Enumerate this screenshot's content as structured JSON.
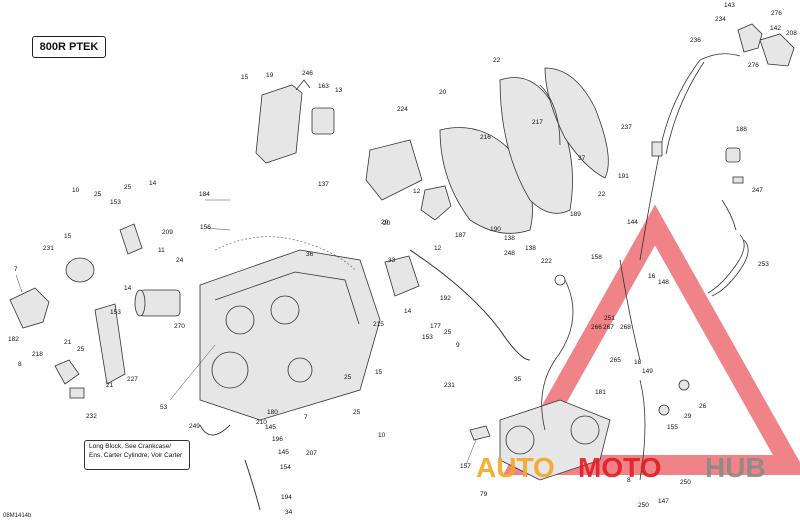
{
  "diagram": {
    "title": "800R PTEK",
    "note_line1": "Long Block, See Crankcase/",
    "note_line2": "Ens. Carter Cylindre, Voir Carter",
    "code": "08M1414b"
  },
  "watermark": {
    "part1": "AUTO",
    "part2": "MOTO",
    "part3": "HUB",
    "color_red": "#e31e24",
    "color_orange": "#f5a623",
    "color_gray": "#8a8a8a"
  },
  "callouts": [
    "143",
    "234",
    "276",
    "142",
    "208",
    "236",
    "276",
    "22",
    "20",
    "216",
    "217",
    "237",
    "188",
    "224",
    "15",
    "19",
    "246",
    "163",
    "13",
    "184",
    "137",
    "12",
    "20",
    "190",
    "187",
    "138",
    "247",
    "22",
    "37",
    "189",
    "191",
    "10",
    "25",
    "25",
    "14",
    "153",
    "209",
    "156",
    "36",
    "20",
    "12",
    "138",
    "248",
    "144",
    "222",
    "158",
    "253",
    "7",
    "15",
    "231",
    "11",
    "24",
    "33",
    "192",
    "16",
    "148",
    "14",
    "182",
    "270",
    "251",
    "266",
    "267",
    "268",
    "153",
    "215",
    "14",
    "177",
    "25",
    "9",
    "153",
    "218",
    "21",
    "25",
    "265",
    "53",
    "15",
    "231",
    "35",
    "18",
    "149",
    "181",
    "26",
    "29",
    "227",
    "21",
    "180",
    "210",
    "25",
    "8",
    "232",
    "249",
    "145",
    "196",
    "7",
    "25",
    "10",
    "207",
    "145",
    "154",
    "157",
    "155",
    "250",
    "194",
    "34",
    "79",
    "147",
    "250",
    "8"
  ]
}
